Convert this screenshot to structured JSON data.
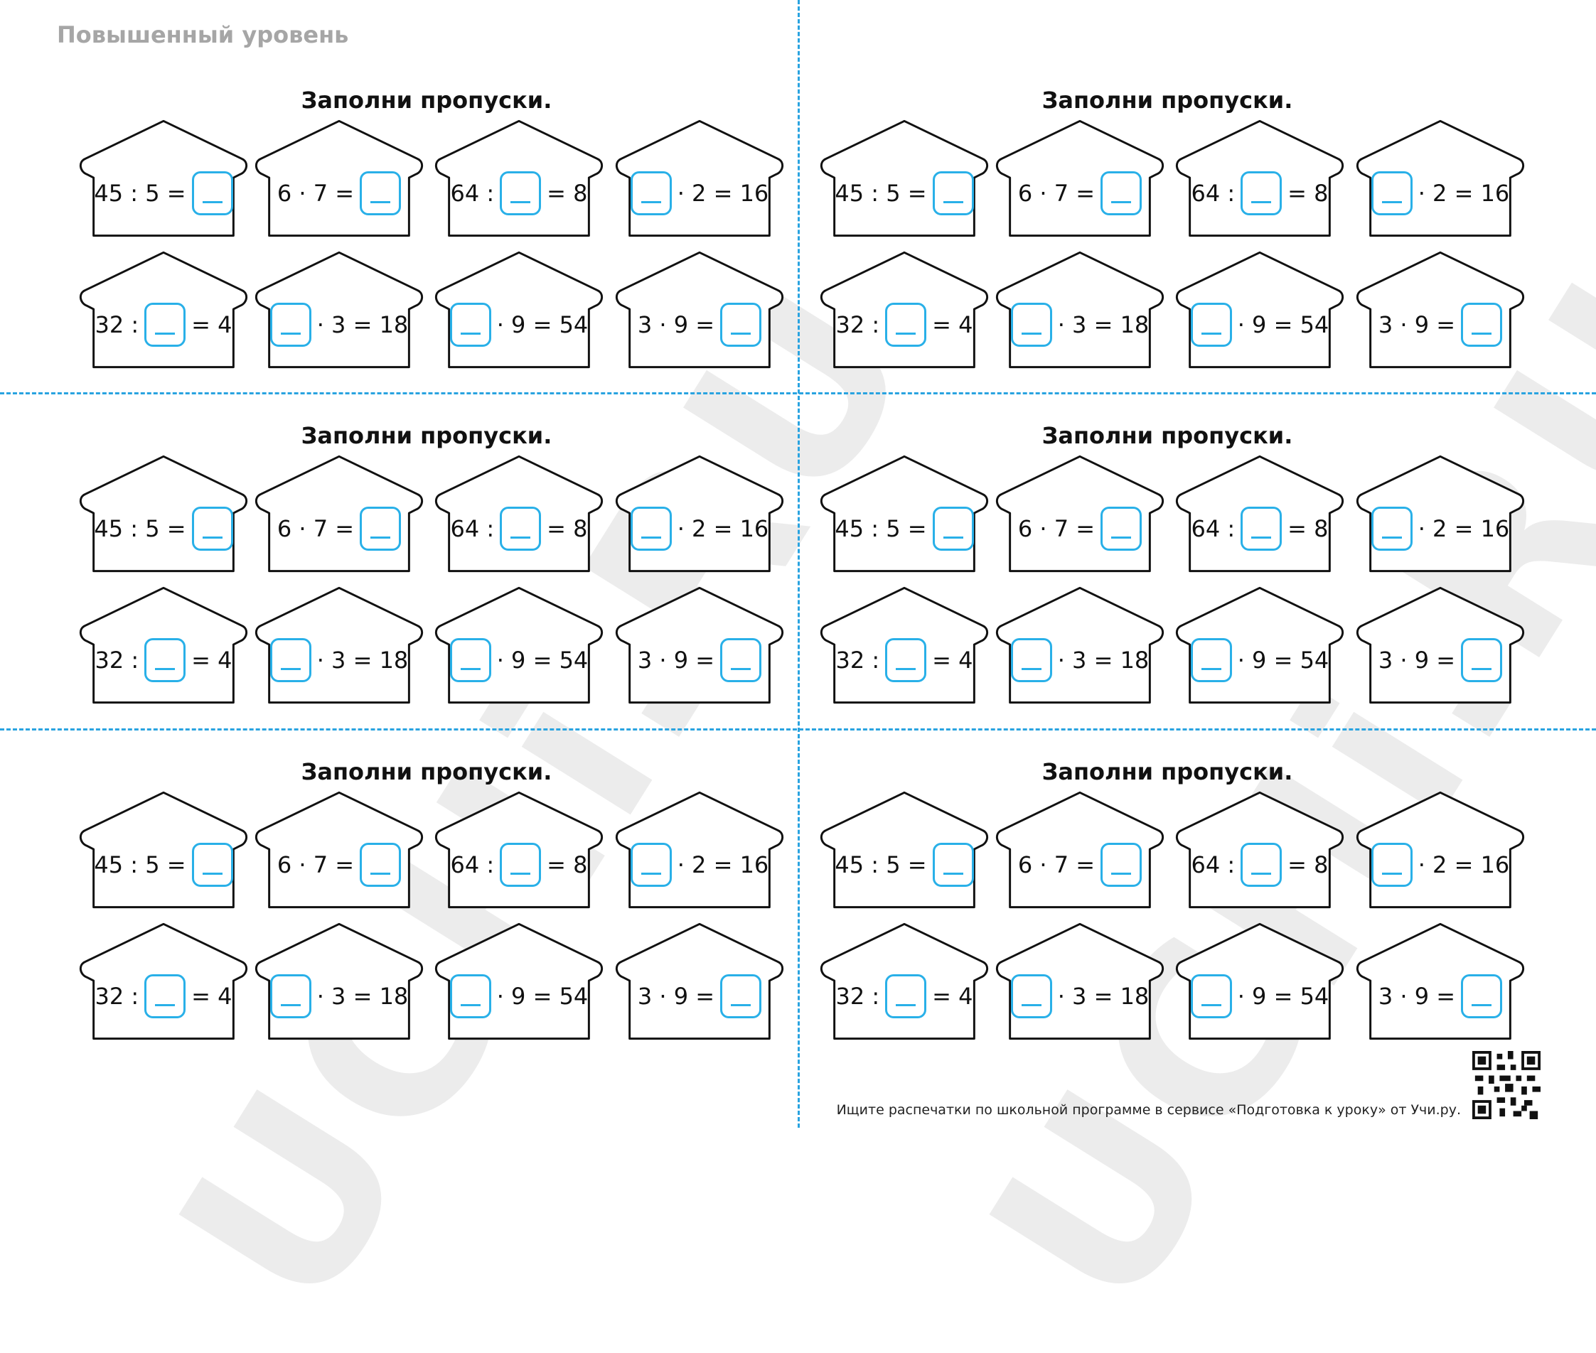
{
  "watermark_text": "UCHi.RU",
  "header": {
    "level_label": "Повышенный уровень"
  },
  "card": {
    "title": "Заполни пропуски.",
    "houses": [
      {
        "pre": "45 : 5 =",
        "post": ""
      },
      {
        "pre": "6 · 7 =",
        "post": ""
      },
      {
        "pre": "64 :",
        "post": "= 8"
      },
      {
        "pre": "",
        "post": "· 2 = 16"
      },
      {
        "pre": "32 :",
        "post": "= 4"
      },
      {
        "pre": "",
        "post": "· 3 = 18"
      },
      {
        "pre": "",
        "post": "· 9 = 54"
      },
      {
        "pre": "3 · 9 =",
        "post": ""
      }
    ]
  },
  "footer": {
    "text": "Ищите распечатки по школьной программе в сервисе «Подготовка к уроку» от Учи.ру."
  },
  "colors": {
    "accent": "#29b0e8",
    "cutline": "#29a3e0",
    "level_text": "#a6a6a6",
    "watermark": "#ececec"
  },
  "icons": {
    "qr": "qr-code-icon",
    "house": "house-outline-icon"
  }
}
